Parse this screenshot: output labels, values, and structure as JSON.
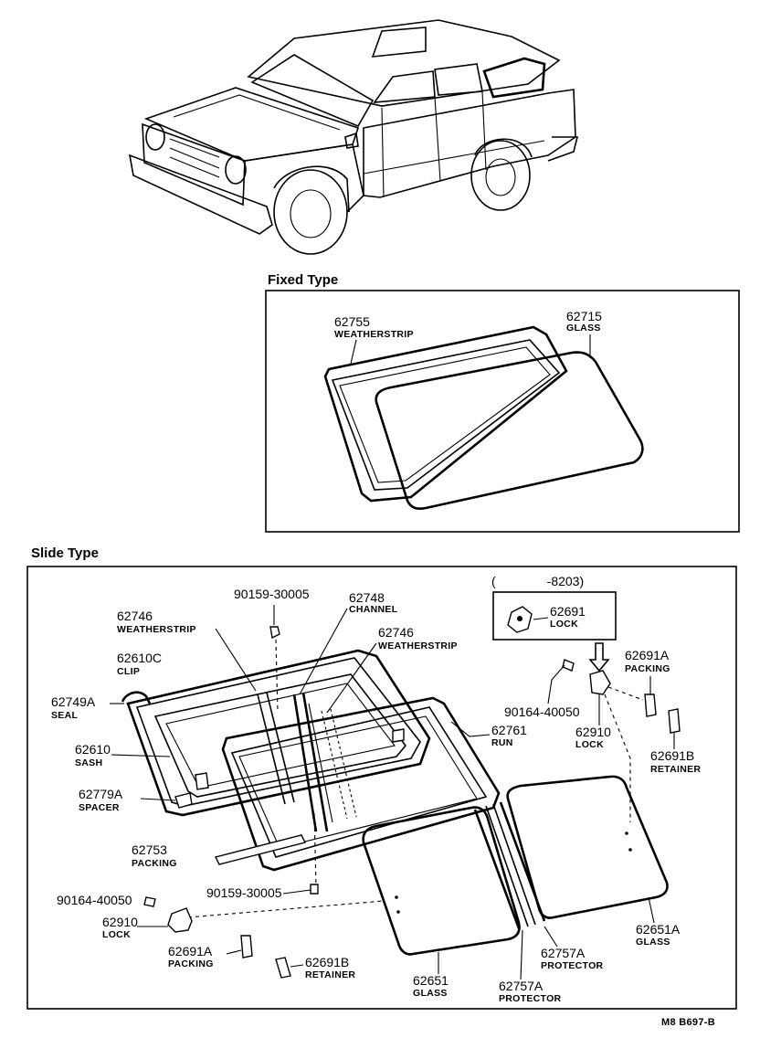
{
  "sections": {
    "fixed": {
      "title": "Fixed Type",
      "parts": [
        {
          "number": "62755",
          "name": "WEATHERSTRIP"
        },
        {
          "number": "62715",
          "name": "GLASS"
        }
      ]
    },
    "slide": {
      "title": "Slide Type",
      "inset_range": "(    -8203)",
      "parts": [
        {
          "number": "90159-30005",
          "name": ""
        },
        {
          "number": "62748",
          "name": "CHANNEL"
        },
        {
          "number": "62746",
          "name": "WEATHERSTRIP"
        },
        {
          "number": "62746",
          "name": "WEATHERSTRIP"
        },
        {
          "number": "62610C",
          "name": "CLIP"
        },
        {
          "number": "62749A",
          "name": "SEAL"
        },
        {
          "number": "62610",
          "name": "SASH"
        },
        {
          "number": "62779A",
          "name": "SPACER"
        },
        {
          "number": "62761",
          "name": "RUN"
        },
        {
          "number": "62753",
          "name": "PACKING"
        },
        {
          "number": "90159-30005",
          "name": ""
        },
        {
          "number": "90164-40050",
          "name": ""
        },
        {
          "number": "62910",
          "name": "LOCK"
        },
        {
          "number": "62691A",
          "name": "PACKING"
        },
        {
          "number": "62691B",
          "name": "RETAINER"
        },
        {
          "number": "62651",
          "name": "GLASS"
        },
        {
          "number": "62757A",
          "name": "PROTECTOR"
        },
        {
          "number": "62757A",
          "name": "PROTECTOR"
        },
        {
          "number": "62651A",
          "name": "GLASS"
        },
        {
          "number": "62691",
          "name": "LOCK"
        },
        {
          "number": "62691A",
          "name": "PACKING"
        },
        {
          "number": "90164-40050",
          "name": ""
        },
        {
          "number": "62910",
          "name": "LOCK"
        },
        {
          "number": "62691B",
          "name": "RETAINER"
        }
      ]
    }
  },
  "figure_code": "M8  B697-B"
}
